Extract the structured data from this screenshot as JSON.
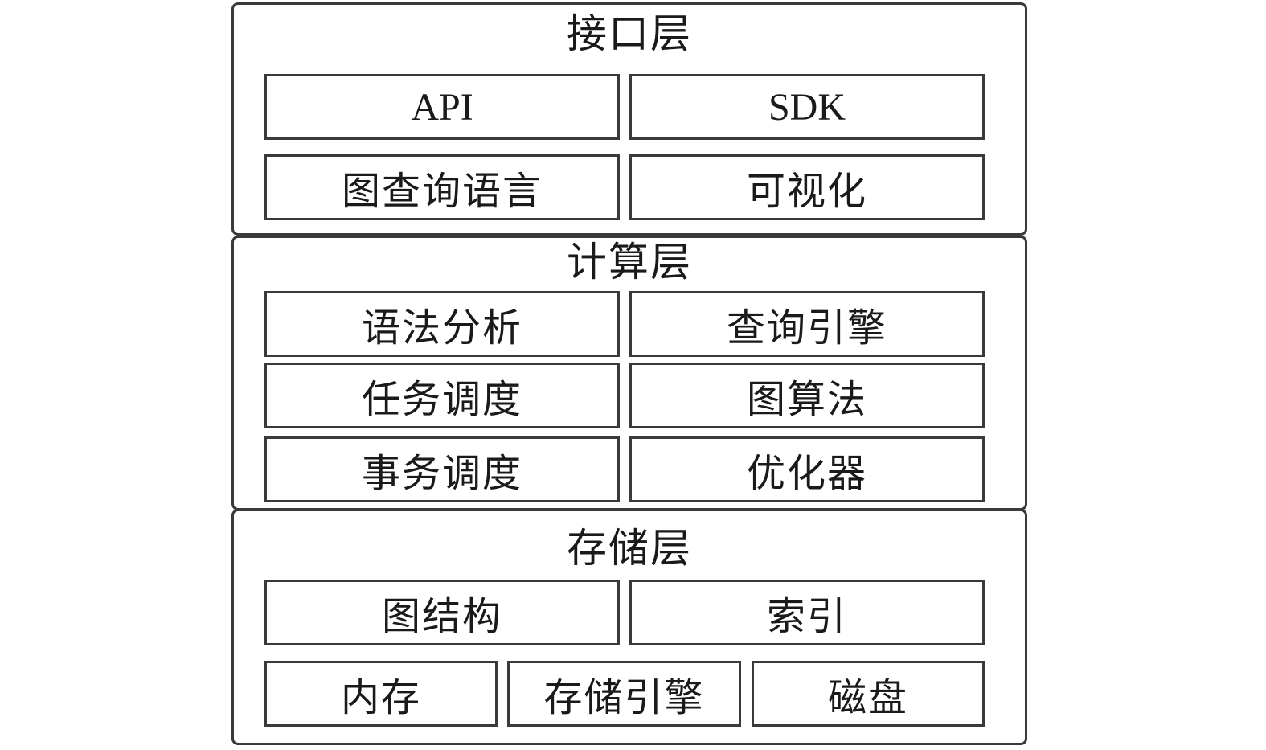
{
  "diagram": {
    "layers": [
      {
        "id": "interface",
        "title": "接口层",
        "boxes": [
          "API",
          "SDK",
          "图查询语言",
          "可视化"
        ]
      },
      {
        "id": "compute",
        "title": "计算层",
        "boxes": [
          "语法分析",
          "查询引擎",
          "任务调度",
          "图算法",
          "事务调度",
          "优化器"
        ]
      },
      {
        "id": "storage",
        "title": "存储层",
        "boxes": [
          "图结构",
          "索引",
          "内存",
          "存储引擎",
          "磁盘"
        ]
      }
    ],
    "colors": {
      "border": "#3a3a3a",
      "text": "#1a1a1a",
      "background": "#ffffff"
    }
  }
}
